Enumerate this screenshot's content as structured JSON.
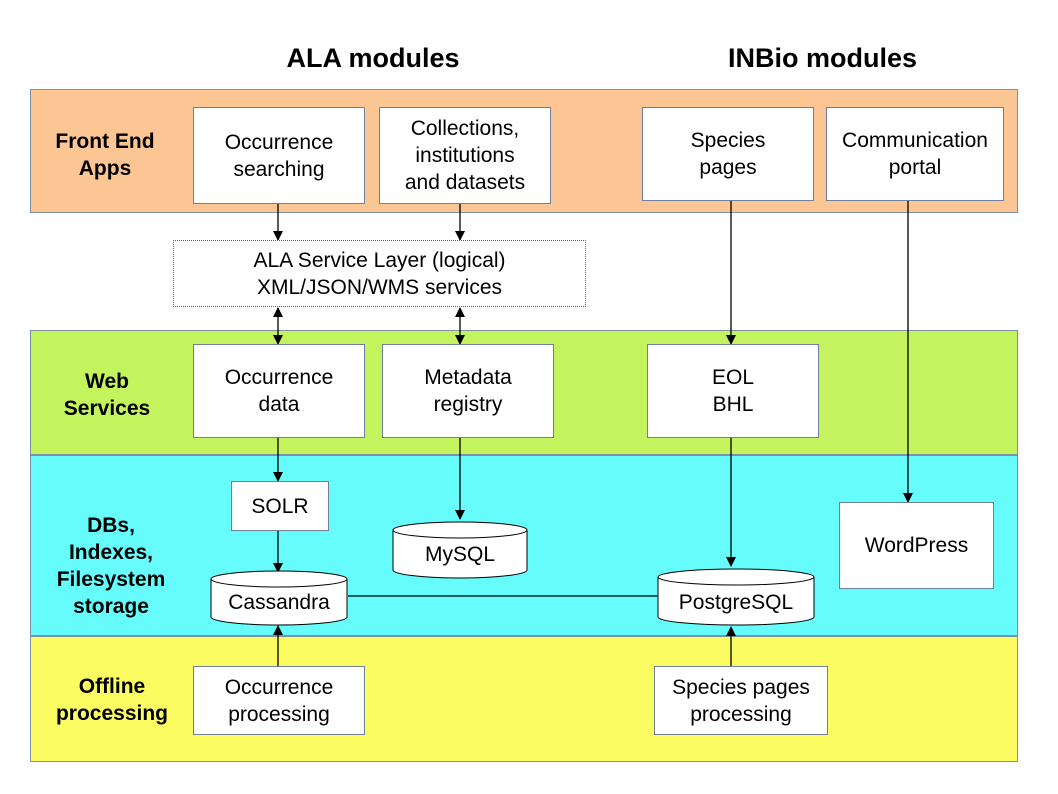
{
  "headings": {
    "ala": "ALA modules",
    "inbio": "INBio modules"
  },
  "layers": {
    "front_end": {
      "label": "Front End\nApps",
      "color": "#fbc694"
    },
    "web_services": {
      "label": "Web\nServices",
      "color": "#c3f45e"
    },
    "dbs": {
      "label": "DBs,\nIndexes,\nFilesystem\nstorage",
      "color": "#66fcfc"
    },
    "offline": {
      "label": "Offline\nprocessing",
      "color": "#fbfb62"
    }
  },
  "boxes": {
    "occurrence_searching": "Occurrence\nsearching",
    "collections": "Collections,\ninstitutions\nand datasets",
    "species_pages": "Species\npages",
    "communication_portal": "Communication\nportal",
    "service_layer": "ALA Service Layer (logical)\nXML/JSON/WMS services",
    "occurrence_data": "Occurrence\ndata",
    "metadata_registry": "Metadata\nregistry",
    "eol_bhl": "EOL\nBHL",
    "solr": "SOLR",
    "wordpress": "WordPress",
    "occurrence_processing": "Occurrence\nprocessing",
    "species_pages_processing": "Species pages\nprocessing"
  },
  "databases": {
    "mysql": "MySQL",
    "cassandra": "Cassandra",
    "postgresql": "PostgreSQL"
  }
}
